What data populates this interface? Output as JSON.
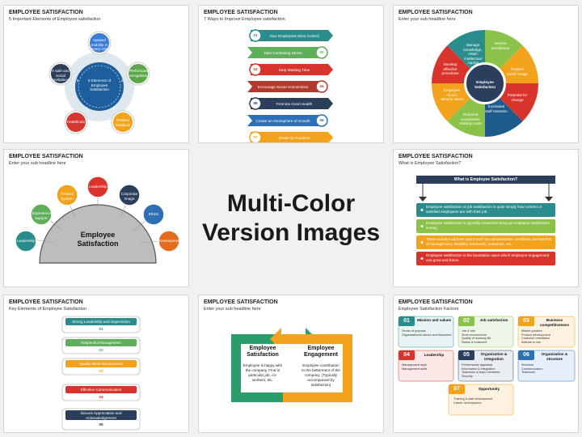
{
  "center": {
    "line1": "Multi-Color",
    "line2": "Version Images"
  },
  "slides": {
    "s1": {
      "title": "EMPLOYEE SATISFACTION",
      "sub": "5 Important Elements of Employee satisfaction",
      "hub": "5 Elements of Employee Satisfaction",
      "petals": [
        "Upward mobility in every role",
        "Performance recognition",
        "Positive feedback",
        "Healthcare",
        "A safe and social workplace"
      ],
      "nums": [
        "1",
        "2",
        "3",
        "4",
        "5"
      ]
    },
    "s2": {
      "title": "EMPLOYEE SATISFACTION",
      "sub": "7 Ways to Improve Employee satisfaction",
      "rows": [
        {
          "n": "01",
          "t": "Give Employees More Control"
        },
        {
          "n": "02",
          "t": "Take Combating Stress"
        },
        {
          "n": "03",
          "t": "Stop Wasting Time"
        },
        {
          "n": "04",
          "t": "Encourage Social Connections"
        },
        {
          "n": "05",
          "t": "Promote Good Health"
        },
        {
          "n": "06",
          "t": "Create an Atmosphere of Growth"
        },
        {
          "n": "07",
          "t": "Break Up Routines"
        }
      ]
    },
    "s3": {
      "title": "EMPLOYEE SATISFACTION",
      "sub": "Enter your sub headline here",
      "hub": "Employee Satisfaction",
      "segments": [
        "Service Excellence",
        "Positive public image",
        "Potential for change",
        "Increased staff retention",
        "Reduced recruitment, training costs",
        "Employee choice attracts talent",
        "Develop effective processes",
        "Manage knowledge, retain intellectual capital"
      ]
    },
    "s4": {
      "title": "EMPLOYEE SATISFACTION",
      "sub": "Enter your sub headline here",
      "dome": "Employee Satisfaction",
      "circles": [
        "Leadership",
        "Experience support",
        "Reward System",
        "Leadership",
        "Corporate Image",
        "Ethics",
        "Development"
      ]
    },
    "s5": {
      "title": "EMPLOYEE SATISFACTION",
      "sub": "What is Employee Satisfaction?",
      "banner": "What is Employee Satisfaction?",
      "items": [
        "Employee satisfaction or job satisfaction is quite simply how content or satisfied employees are with their job.",
        "Employee satisfaction is typically measured using an employee satisfaction survey.",
        "These surveys address topics such as compensation, workload, perceptions of management, flexibility, teamwork, resources, etc.",
        "Employee satisfaction is the foundation upon which employee engagement can grow and thrive."
      ]
    },
    "s6": {
      "title": "EMPLOYEE SATISFACTION",
      "sub": "Key Elements of Employee Satisfaction",
      "items": [
        {
          "n": "01",
          "t": "Strong Leadership and Supervision"
        },
        {
          "n": "02",
          "t": "Respectful Management"
        },
        {
          "n": "03",
          "t": "Quality Work Environment"
        },
        {
          "n": "04",
          "t": "Effective Communication"
        },
        {
          "n": "05",
          "t": "Sincere Appreciation and Acknowledgement"
        }
      ]
    },
    "s7": {
      "title": "EMPLOYEE SATISFACTION",
      "sub": "Enter your sub headline here",
      "left_title": "Employee Satisfaction",
      "left_text": "Employee is happy with the company, FInd in particular job, co-workers, etc.",
      "right_title": "Employee Engagement",
      "right_text": "Employee contribution to the betterment of the company. (Typically accompanied by satisfaction)"
    },
    "s8": {
      "title": "EMPLOYEE SATISFACTION",
      "sub": "Employee Satisfaction Factors",
      "cards": [
        {
          "n": "01",
          "h": "Mission and values",
          "b": "Sense of purpose\nOrganizational values and behaviors"
        },
        {
          "n": "02",
          "h": "Job satisfaction",
          "b": "Job & role\nWork environment\nQuality of working life\nStatus & treatment"
        },
        {
          "n": "03",
          "h": "Business competitiveness",
          "b": "Market position\nProduct development\nCustomer orientation\nAttitude to risk"
        },
        {
          "n": "04",
          "h": "Leadership",
          "b": "Management style\nManagement skills"
        },
        {
          "n": "05",
          "h": "Organization & integration",
          "b": "Performance appraisal\nInformation & integration\nTeamwork & team members\nSecurity"
        },
        {
          "n": "06",
          "h": "Organization & structure",
          "b": "Structure\nCommunication\nTeamwork"
        },
        {
          "n": "07",
          "h": "Opportunity",
          "b": "Training & staff development\nCareer development"
        }
      ]
    }
  }
}
